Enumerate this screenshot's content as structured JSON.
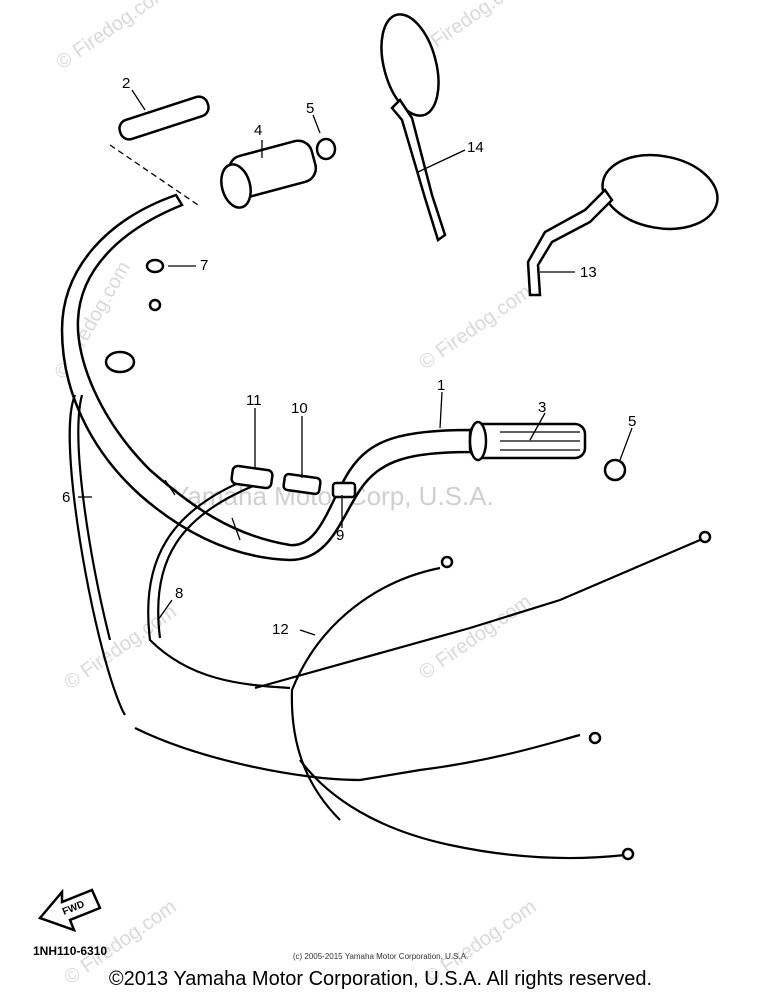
{
  "watermarks": {
    "site": "© Firedog.com",
    "corp": "Yamaha Motor Corp, U.S.A."
  },
  "diagram_code": "1NH110-6310",
  "small_copyright": "(c) 2005-2015 Yamaha Motor Corporation, U.S.A.",
  "copyright": "©2013 Yamaha Motor Corporation, U.S.A. All rights reserved.",
  "fwd_label": "FWD",
  "callouts": [
    "1",
    "2",
    "3",
    "4",
    "5",
    "5",
    "6",
    "7",
    "8",
    "9",
    "10",
    "11",
    "12",
    "13",
    "14"
  ]
}
